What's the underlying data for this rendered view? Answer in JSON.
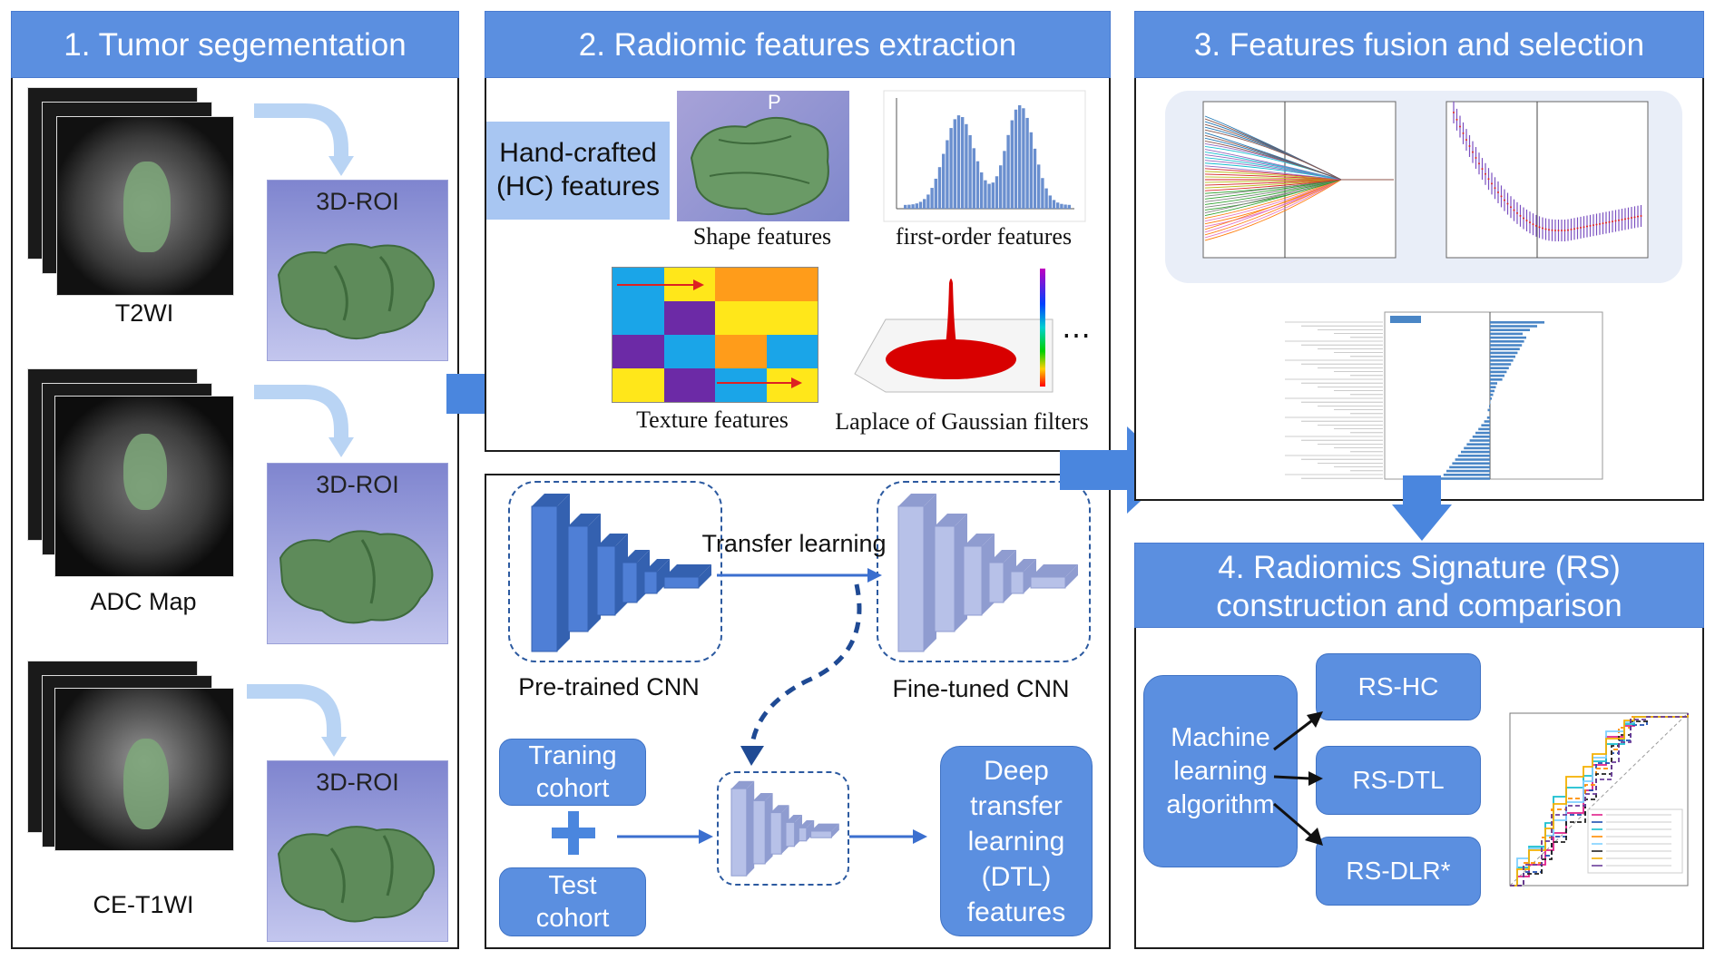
{
  "panels": {
    "p1": {
      "title": "1. Tumor segementation"
    },
    "p2": {
      "title": "2. Radiomic features extraction"
    },
    "p3": {
      "title": "3. Features fusion and selection"
    },
    "p4": {
      "title_line1": "4.  Radiomics Signature (RS)",
      "title_line2": "construction and comparison"
    }
  },
  "segmentation": {
    "modalities": [
      "T2WI",
      "ADC Map",
      "CE-T1WI"
    ],
    "roi_label": "3D-ROI"
  },
  "hc": {
    "title_line1": "Hand-crafted",
    "title_line2": "(HC) features",
    "shape_label": "Shape features",
    "shape_mark": "P",
    "firstorder_label": "first-order features",
    "texture_label": "Texture features",
    "log_label": "Laplace of Gaussian filters",
    "ellipsis": "⋯"
  },
  "dtl": {
    "pretrained_label": "Pre-trained CNN",
    "finetuned_label": "Fine-tuned CNN",
    "transfer_label": "Transfer learning",
    "train_line1": "Traning",
    "train_line2": "cohort",
    "test_line1": "Test",
    "test_line2": "cohort",
    "plus": "+",
    "dtl_lines": [
      "Deep",
      "transfer",
      "learning",
      "(DTL)",
      "features"
    ]
  },
  "signature": {
    "ml_lines": [
      "Machine",
      "learning",
      "algorithm"
    ],
    "rs_boxes": [
      "RS-HC",
      "RS-DTL",
      "RS-DLR*"
    ]
  },
  "colors": {
    "header_blue": "#5b8fe0",
    "arrow_blue": "#4a86de",
    "light_arrow": "#b9d4f4",
    "roi_green": "#5e8b5a",
    "cnn_blue": "#4f7fd6",
    "cnn_light": "#aab6e2"
  }
}
